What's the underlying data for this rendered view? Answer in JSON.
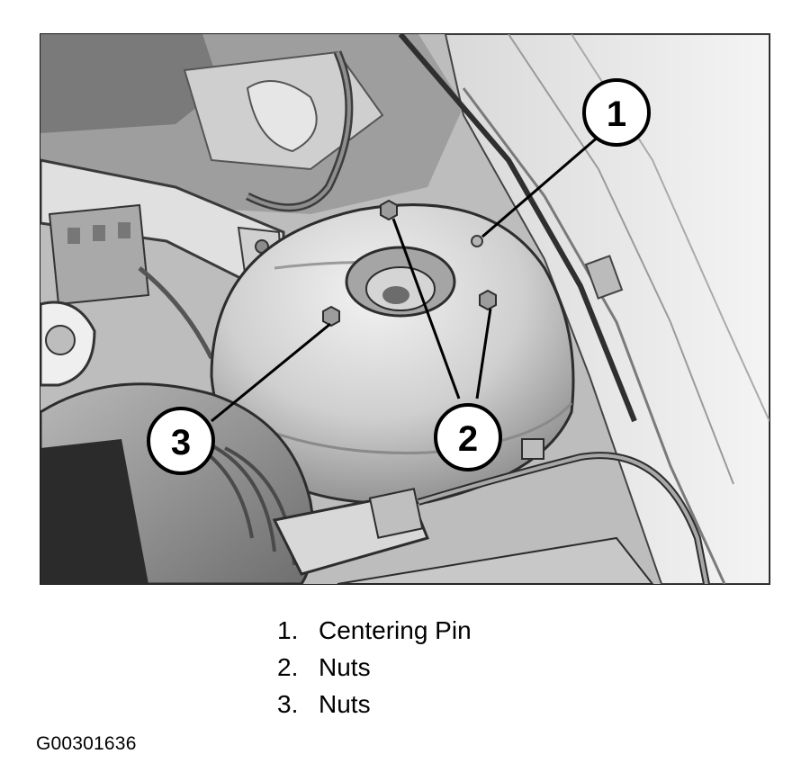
{
  "callouts": [
    {
      "label": "1",
      "text": "Centering Pin"
    },
    {
      "label": "2",
      "text": "Nuts"
    },
    {
      "label": "3",
      "text": "Nuts"
    }
  ],
  "legend": [
    {
      "num": "1.",
      "text": "Centering Pin"
    },
    {
      "num": "2.",
      "text": "Nuts"
    },
    {
      "num": "3.",
      "text": "Nuts"
    }
  ],
  "figure_id": "G00301636"
}
